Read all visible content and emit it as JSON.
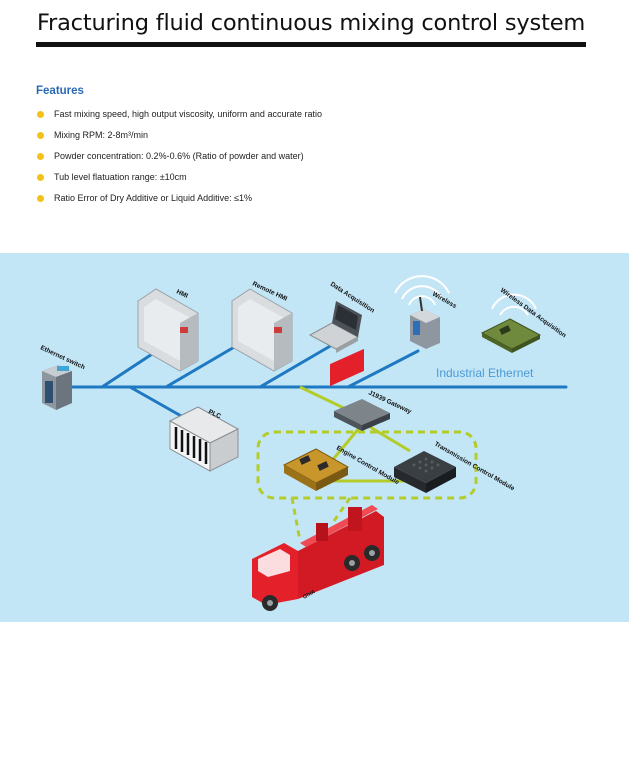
{
  "title": "Fracturing fluid continuous mixing control system",
  "features": {
    "heading": "Features",
    "items": [
      "Fast mixing speed, high output viscosity, uniform and accurate ratio",
      "Mixing RPM: 2-8m³/min",
      "Powder concentration: 0.2%-0.6% (Ratio of powder and water)",
      "Tub level flatuation range:  ±10cm",
      "Ratio Error of Dry Additive or Liquid Additive: ≤1%"
    ]
  },
  "diagram": {
    "network_label": "Industrial Ethernet",
    "nodes": {
      "ethernet_switch": "Ethernet switch",
      "hmi": "HMI",
      "remote_hmi": "Remote HMI",
      "data_acquisition": "Data Acquisition",
      "wireless": "Wireless",
      "wireless_data_acquisition": "Wireless Data Acquisition",
      "plc": "PLC",
      "j1939_gateway": "J1939 Gateway",
      "engine_control_module": "Engine Control Module",
      "transmission_control_module": "Transmission Control Module",
      "truck": "Ghot"
    },
    "colors": {
      "background": "#c3e6f7",
      "ethernet_line": "#1e78c2",
      "can_line": "#b4cc2a",
      "truck": "#e4202b"
    }
  }
}
